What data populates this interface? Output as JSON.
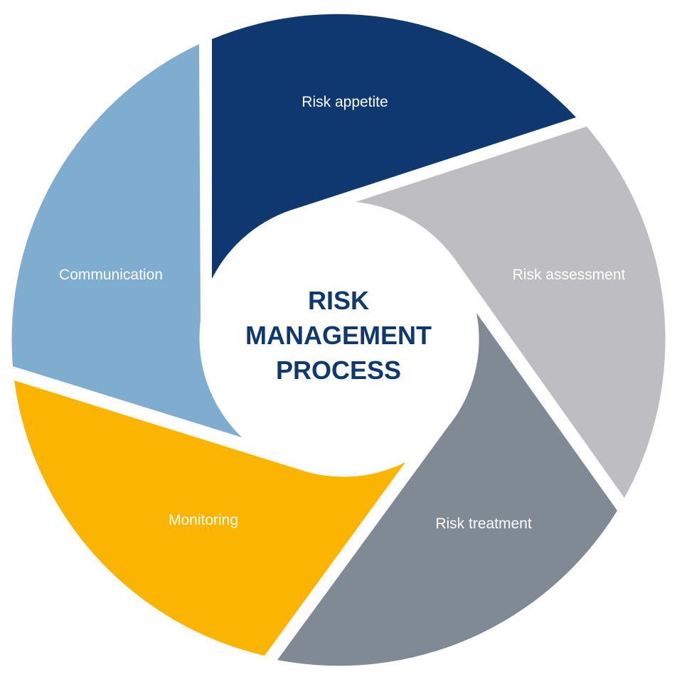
{
  "title": {
    "lines": [
      "RISK",
      "MANAGEMENT",
      "PROCESS"
    ],
    "color": "#0f3870"
  },
  "segments": [
    {
      "label": "Risk appetite",
      "color": "#0f3870"
    },
    {
      "label": "Risk assessment",
      "color": "#bdbdc2"
    },
    {
      "label": "Risk treatment",
      "color": "#7f8a95"
    },
    {
      "label": "Monitoring",
      "color": "#fbb400"
    },
    {
      "label": "Communication",
      "color": "#7eadd0"
    }
  ]
}
